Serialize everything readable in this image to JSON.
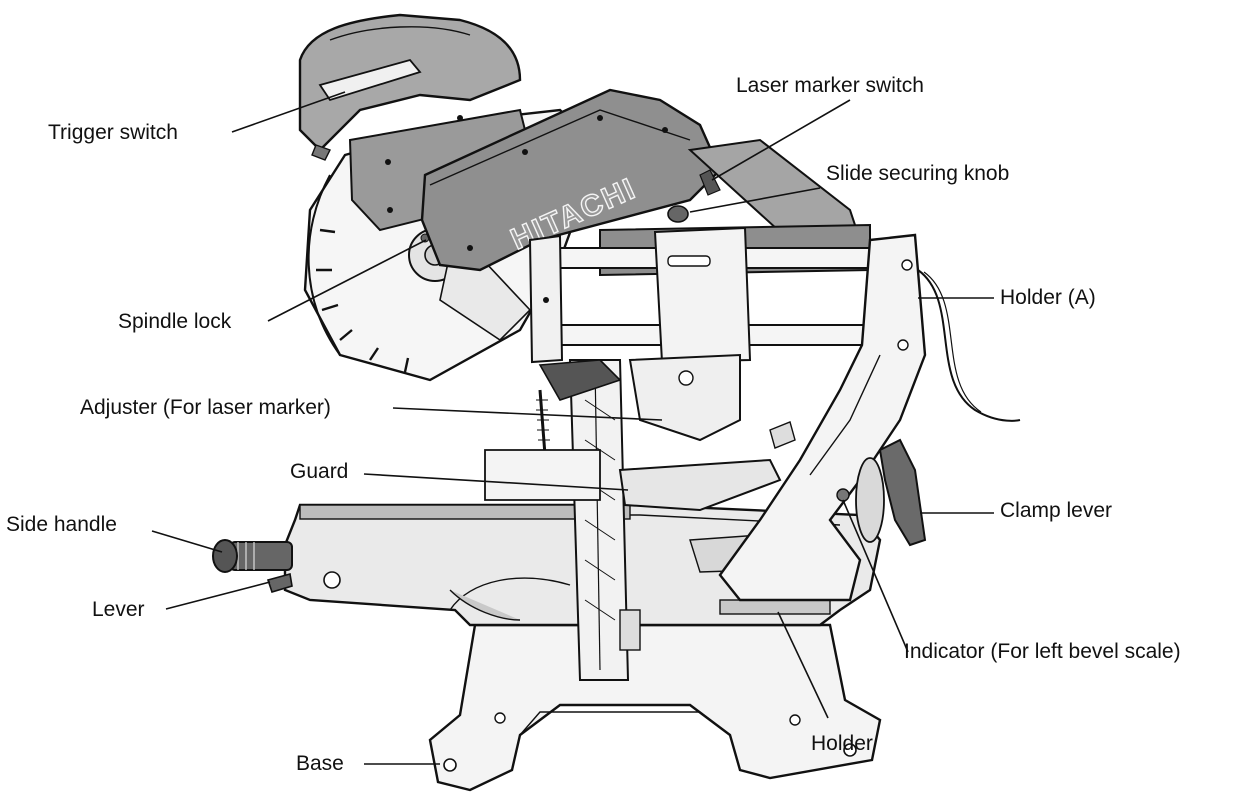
{
  "brand_text": "HITACHI",
  "colors": {
    "outline": "#111111",
    "body_light": "#f4f4f4",
    "body_mid": "#d2d2d2",
    "body_dark": "#9a9a9a",
    "hood": "#8c8c8c"
  },
  "labels": {
    "trigger_switch": "Trigger switch",
    "laser_marker_switch": "Laser marker switch",
    "slide_securing_knob": "Slide securing knob",
    "holder_a": "Holder (A)",
    "spindle_lock": "Spindle lock",
    "adjuster": "Adjuster (For laser marker)",
    "guard": "Guard",
    "side_handle": "Side handle",
    "clamp_lever": "Clamp lever",
    "lever": "Lever",
    "indicator": "Indicator (For left bevel scale)",
    "holder": "Holder",
    "base": "Base"
  }
}
